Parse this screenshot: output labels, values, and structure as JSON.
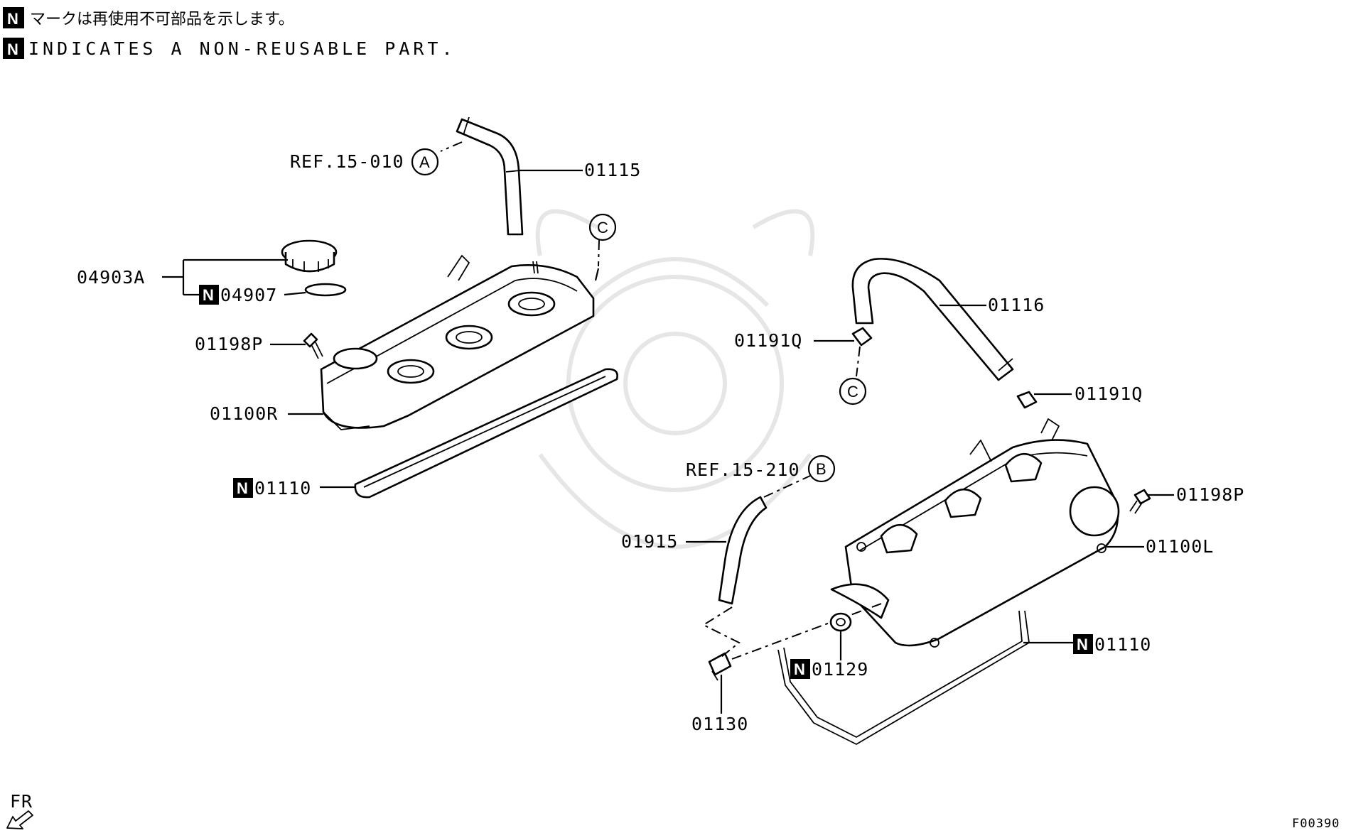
{
  "notes": {
    "badge": "N",
    "jp_text": "マークは再使用不可部品を示します。",
    "en_text": "INDICATES A NON-REUSABLE PART."
  },
  "references": {
    "ref_a": "REF.15-010",
    "ref_b": "REF.15-210",
    "circle_a": "A",
    "circle_b": "B",
    "circle_c1": "C",
    "circle_c2": "C"
  },
  "parts": {
    "p01115": "01115",
    "p04903A": "04903A",
    "p04907": "04907",
    "p01198P_left": "01198P",
    "p01100R": "01100R",
    "p01110_left": "01110",
    "p01116": "01116",
    "p01191Q_a": "01191Q",
    "p01191Q_b": "01191Q",
    "p01198P_right": "01198P",
    "p01100L": "01100L",
    "p01915": "01915",
    "p01110_right": "01110",
    "p01129": "01129",
    "p01130": "01130"
  },
  "footer": {
    "front_label": "FR",
    "figure_code": "F00390"
  }
}
